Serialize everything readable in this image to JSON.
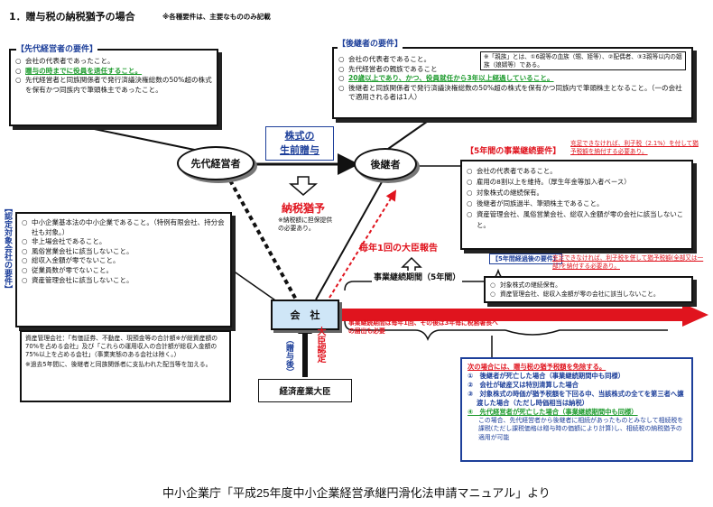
{
  "title": "1．贈与税の納税猶予の場合",
  "title_note": "※各種要件は、主要なもののみ記載",
  "predecessor_requirements": {
    "heading": "【先代経営者の要件】",
    "items": [
      "会社の代表者であったこと。",
      "贈与の時までに役員を退任すること。",
      "先代経営者と同族関係者で発行済議決権総数の50%超の株式を保有かつ同族内で筆頭株主であったこと。"
    ]
  },
  "successor_requirements": {
    "heading": "【後継者の要件】",
    "items": [
      "会社の代表者であること。",
      "先代経営者の親族であること",
      "20歳以上であり、かつ、役員就任から3年以上経過していること。",
      "後継者と同族関係者で発行済議決権総数の50%超の株式を保有かつ同族内で筆頭株主となること。（一の会社で適用される者は1人）"
    ],
    "kin_note": "※「親族」とは、①6親等の血族（甥、姪等）、②配偶者、③3親等以内の姻族（娘婿等）である。"
  },
  "nodes": {
    "predecessor": "先代経営者",
    "successor": "後継者",
    "company": "会　社",
    "meti": "経済産業大臣"
  },
  "gift_label": [
    "株式の",
    "生前贈与"
  ],
  "tax_deferral": "納税猶予",
  "collateral_note": "※納税額に担保提供の必要あり。",
  "annual_report": "毎年1回の大臣報告",
  "continuation_period": "事業継続期間（5年間）",
  "certification_label": "大臣認定",
  "after_gift_label": "（贈与後）",
  "five_year_requirements": {
    "heading": "【5年間の事業継続要件】",
    "warning": "充足できなければ、利子税（2.1%）を付して猶予税額を納付する必要あり。",
    "items": [
      "会社の代表者であること。",
      "雇用の8割以上を維持。（厚生年金等加入者ベース）",
      "対象株式の継続保有。",
      "後継者が同族過半、筆頭株主であること。",
      "資産管理会社、風俗営業会社、総収入金額が零の会社に該当しないこと。"
    ]
  },
  "post_period_requirements": {
    "heading": "【5年間経過後の要件】",
    "warning": "充足できなければ、利子税を併して猶予税額(全部又は一部)を納付する必要あり。",
    "items": [
      "対象株式の継続保有。",
      "資産管理会社、総収入金額が零の会社に該当しないこと。"
    ]
  },
  "report_note": "事業継続期間は毎年1回、その後は3年毎に税務署長への届出も必要",
  "company_requirements": {
    "side_label": "【認定対象会社の要件】",
    "items": [
      "中小企業基本法の中小企業であること。（特例有限会社、持分会社も対象。）",
      "非上場会社であること。",
      "風俗営業会社に該当しないこと。",
      "総収入金額が零でないこと。",
      "従業員数が零でないこと。",
      "資産管理会社に該当しないこと。"
    ],
    "asset_note": "資産管理会社：「有価証券、不動産、現預金等の合計額※が総資産額の70%を占める会社」及び「これらの運用収入の合計額が総収入金額の75%以上を占める会社」（事業実態のある会社は除く。）",
    "asset_note2": "※過去5年間に、後継者と同族関係者に支払われた配当等を加える。"
  },
  "exemption": {
    "title": "次の場合には、贈与税の猶予税額を免除する。",
    "items": [
      "①　後継者が死亡した場合（事業継続期間中も同様）",
      "②　会社が破産又は特別清算した場合",
      "③　対象株式の時価が猶予税額を下回る中、当該株式の全てを第三者へ譲渡した場合（ただし時価相当は納税）",
      "④　先代経営者が死亡した場合（事業継続期間中も同様）"
    ],
    "note": "この場合、先代経営者から後継者に相続があったものとみなして相続税を課税(ただし課税価格は贈与時の価額により計算)し、相続税の納税猶予の適用が可能"
  },
  "source": "中小企業庁「平成25年度中小企業経営承継円滑化法申請マニュアル」より",
  "colors": {
    "accent_blue": "#1d3f9a",
    "accent_red": "#e0141e",
    "accent_green": "#1e9b2e",
    "exempt_border": "#1d3f9a"
  }
}
